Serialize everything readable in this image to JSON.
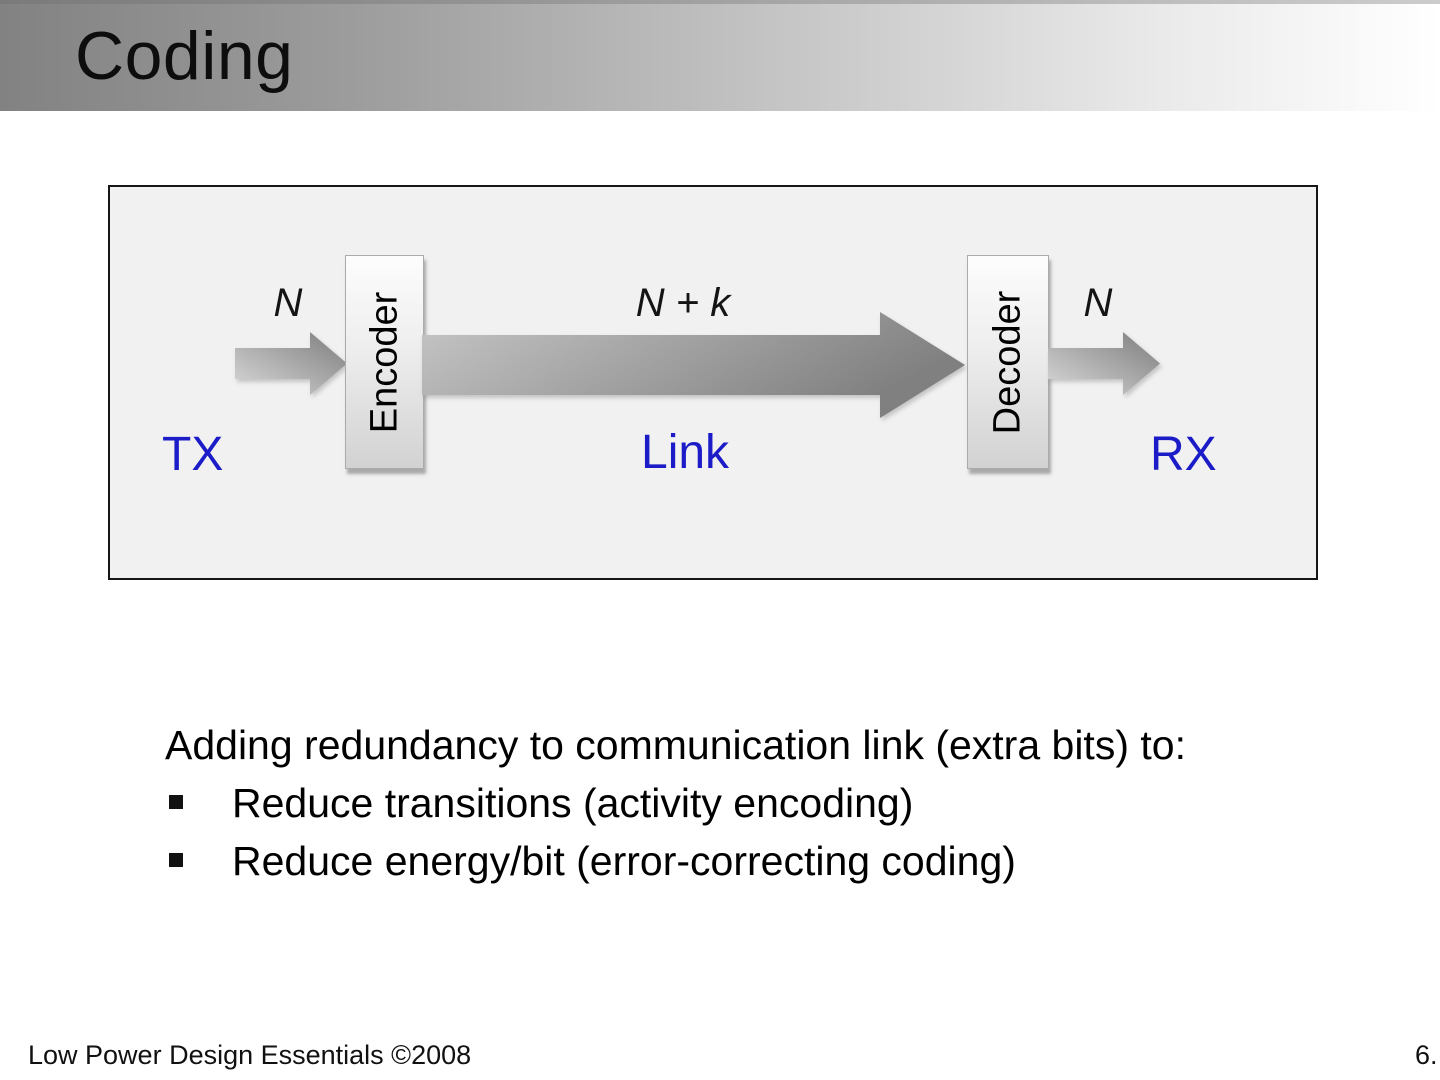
{
  "slide": {
    "title": "Coding",
    "footer_left": "Low Power Design Essentials ©2008",
    "footer_right": "6.",
    "accent_blue": "#1b1bc8",
    "titlebar_gradient": [
      "#828282",
      "#ffffff"
    ],
    "diagram_bg": "#f1f1f1"
  },
  "diagram": {
    "encoder_label": "Encoder",
    "decoder_label": "Decoder",
    "input_width_label": "N",
    "link_width_label": "N + k",
    "output_width_label": "N",
    "tx_label": "TX",
    "link_label": "Link",
    "rx_label": "RX",
    "arrow_color_light": "#d8d8d8",
    "arrow_color_dark": "#7f7f7f"
  },
  "body": {
    "intro": "Adding redundancy to communication link (extra bits) to:",
    "bullets": [
      "Reduce transitions (activity encoding)",
      "Reduce energy/bit (error-correcting coding)"
    ]
  }
}
